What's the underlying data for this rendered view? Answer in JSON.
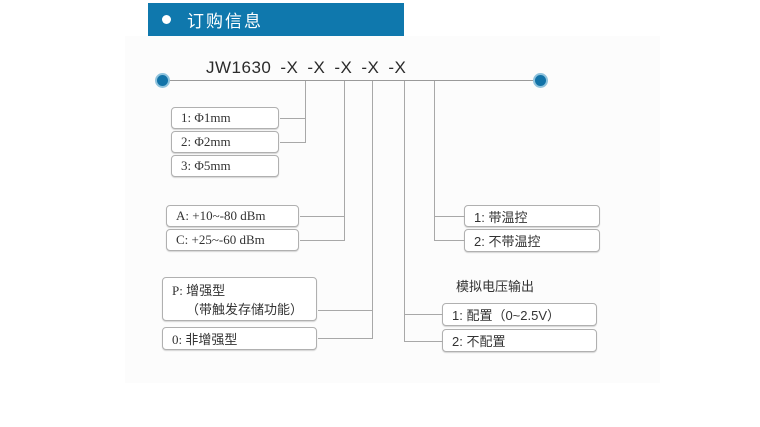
{
  "header": {
    "bullet_icon": "bullet-dot-icon",
    "title": "订购信息"
  },
  "model": {
    "base": "JW1630",
    "suffixes": [
      "-X",
      "-X",
      "-X",
      "-X",
      "-X"
    ],
    "full_code": "JW1630 -X -X -X -X -X"
  },
  "endpoints": {
    "left_dot_icon": "node-dot-icon",
    "right_dot_icon": "node-dot-icon"
  },
  "groups": {
    "aperture": {
      "options": [
        "1:  Φ1mm",
        "2:  Φ2mm",
        "3:  Φ5mm"
      ]
    },
    "power_range": {
      "options": [
        "A:  +10~-80  dBm",
        "C:  +25~-60  dBm"
      ]
    },
    "enhanced": {
      "options": [
        {
          "line1": "P:  增强型",
          "line2": "（带触发存储功能）"
        },
        {
          "line1": "0:  非增强型",
          "line2": ""
        }
      ]
    },
    "temperature_control": {
      "options": [
        "1:  带温控",
        "2:  不带温控"
      ]
    },
    "analog_voltage_output": {
      "label": "模拟电压输出",
      "options": [
        "1:  配置（0~2.5V）",
        "2:  不配置"
      ]
    }
  },
  "colors": {
    "header_blue": "#0f78ad",
    "dot_blue": "#1273a8",
    "dot_ring": "#8fc3dd",
    "line_gray": "#a8a8a8",
    "box_border": "#b0b0b0"
  }
}
